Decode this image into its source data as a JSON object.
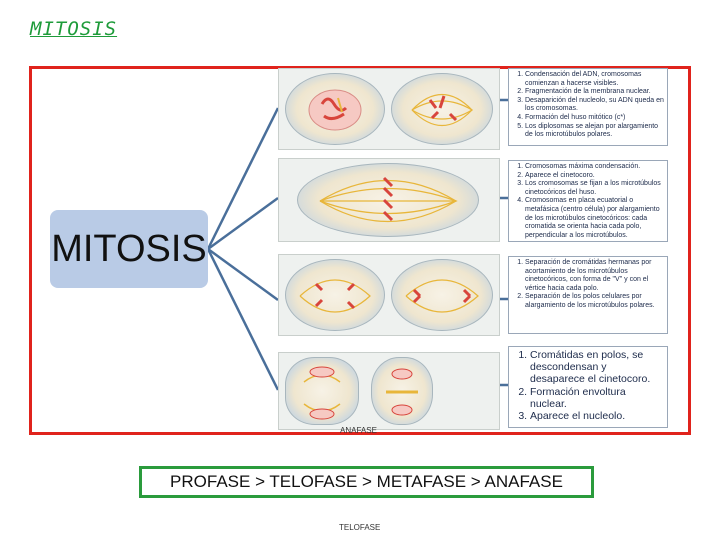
{
  "page_title": "MITOSIS",
  "root_label": "MITOSIS",
  "phases": [
    {
      "notes": [
        "Condensación del ADN, cromosomas comienzan a hacerse visibles.",
        "Fragmentación de la membrana nuclear.",
        "Desaparición del nucleolo, su ADN queda en los cromosomas.",
        "Formación del huso mitótico (c*)",
        "Los diplosomas se alejan por alargamiento de los microtúbulos polares."
      ]
    },
    {
      "notes": [
        "Cromosomas máxima condensación.",
        "Aparece el cinetocoro.",
        "Los cromosomas se fijan a los microtúbulos cinetocóricos del huso.",
        "Cromosomas en placa ecuatorial o metafásica (centro célula) por alargamiento de los microtúbulos cinetocóricos: cada cromatida se orienta hacia cada polo, perpendicular a los microtúbulos."
      ]
    },
    {
      "notes": [
        "Separación de cromátidas hermanas por acortamiento de los microtúbulos cinetocóricos, con forma de \"V\" y con el vértice hacia cada polo.",
        "Separación de los polos celulares por alargamiento de los microtúbulos polares."
      ]
    },
    {
      "notes": [
        "Cromátidas en polos, se descondensan y desaparece el cinetocoro.",
        "Formación envoltura nuclear.",
        "Aparece el nucleolo."
      ]
    }
  ],
  "caption_under_frame": "ANAFASE",
  "answer_sequence": "PROFASE > TELOFASE > METAFASE > ANAFASE",
  "bottom_caption": "TELOFASE",
  "colors": {
    "title_green": "#1e9b3a",
    "frame_red": "#e0231c",
    "mitosis_box_blue": "#b9cbe6",
    "connector_blue": "#4a6f9a",
    "answer_border_green": "#2a9b3c"
  }
}
